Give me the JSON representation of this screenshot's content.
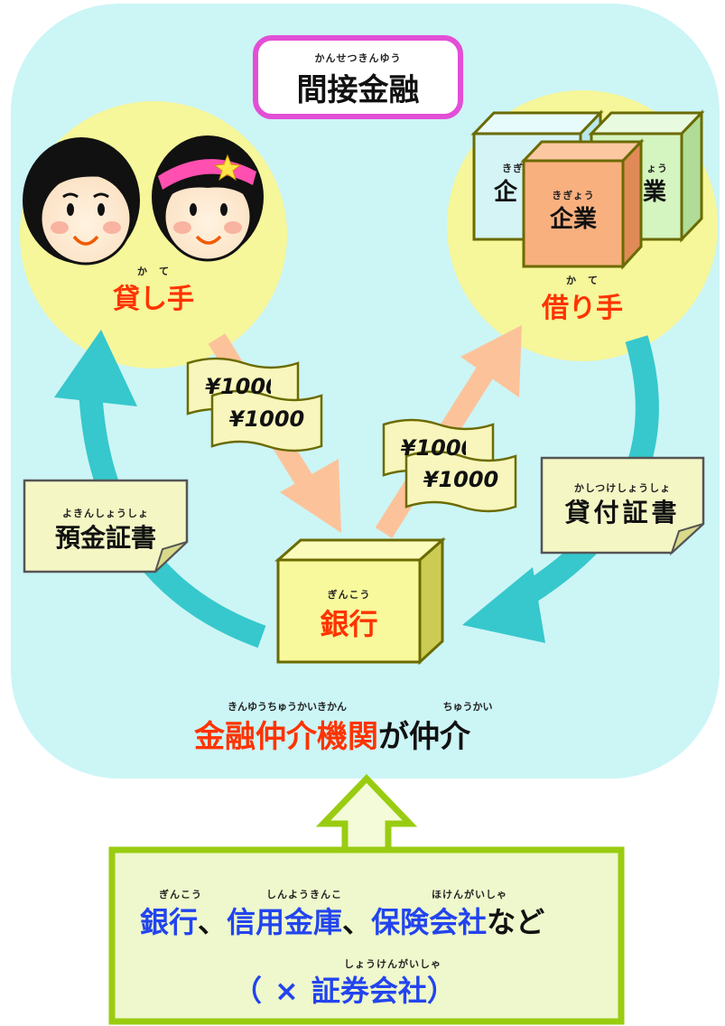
{
  "title": {
    "ruby": "かんせつきんゆう",
    "text": "間接金融"
  },
  "lender": {
    "ruby": "か　て",
    "text": "貸し手"
  },
  "borrower": {
    "ruby": "か　て",
    "text": "借り手",
    "company_back_left": {
      "ruby": "きぎ",
      "text": "企"
    },
    "company_back_right": {
      "ruby": "ょう",
      "text": "業"
    },
    "company_front": {
      "ruby": "きぎょう",
      "text": "企業"
    }
  },
  "bills": {
    "left_back": "¥1000",
    "left_front": "¥1000",
    "right_back": "¥1000",
    "right_front": "¥1000"
  },
  "deposit_certificate": {
    "ruby": "よきんしょうしょ",
    "text": "預金証書"
  },
  "loan_certificate": {
    "ruby": "かしつけしょうしょ",
    "text": "貸付証書"
  },
  "bank": {
    "ruby": "ぎんこう",
    "text": "銀行"
  },
  "intermediary": {
    "ruby_left": "きんゆうちゅうかいきかん",
    "ruby_right": "ちゅうかい",
    "text_red": "金融仲介機関",
    "text_particle": "が",
    "text_black": "仲介"
  },
  "examples": {
    "ruby_bank": "ぎんこう",
    "ruby_shinkin": "しんようきんこ",
    "ruby_insurance": "ほけんがいしゃ",
    "bank": "銀行",
    "comma1": "、",
    "shinkin": "信用金庫",
    "comma2": "、",
    "insurance": "保険会社",
    "suffix": "など",
    "paren_open": "（",
    "cross": "×",
    "ruby_securities": "しょうけんがいしゃ",
    "securities": "証券会社",
    "paren_close": "）"
  },
  "colors": {
    "panel": "#ccf5f6",
    "circle": "#f6f69a",
    "title_border": "#e24fd6",
    "red_text": "#ff3300",
    "blue_text": "#2244ee",
    "teal_arrow": "#36c8cc",
    "peach_arrow": "#fcc39a",
    "green": "#99cc11",
    "note_fill": "#f4f6c4",
    "bill_fill": "#f8f6bc",
    "box_yellow": "#f8f89c",
    "box_orange": "#f9b07f",
    "box_cyan": "#d4f4f6",
    "box_green": "#d4f4c0"
  }
}
